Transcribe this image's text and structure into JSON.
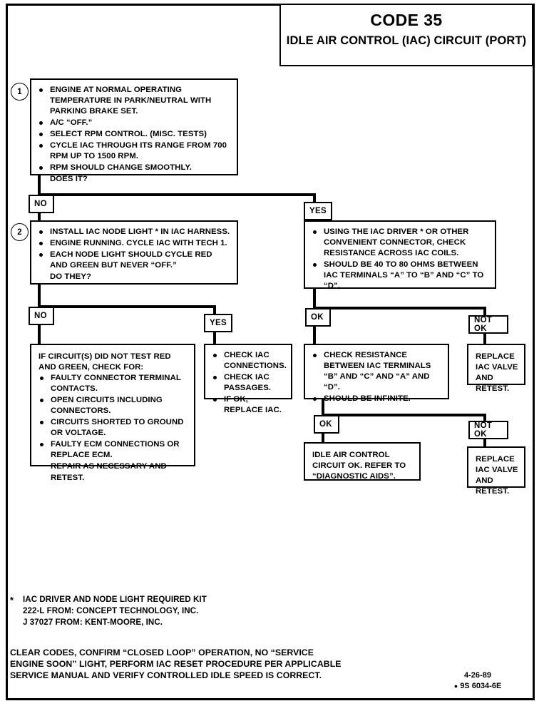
{
  "title": {
    "code": "CODE 35",
    "circuit": "IDLE AIR CONTROL (IAC) CIRCUIT (PORT)"
  },
  "steps": {
    "one": "1",
    "two": "2"
  },
  "box1": {
    "items": [
      "ENGINE AT NORMAL OPERATING TEMPERATURE IN PARK/NEUTRAL WITH PARKING BRAKE SET.",
      "A/C “OFF.”",
      "SELECT RPM CONTROL.  (MISC. TESTS)",
      "CYCLE IAC THROUGH ITS RANGE FROM 700 RPM UP TO 1500 RPM.",
      "RPM SHOULD CHANGE SMOOTHLY."
    ],
    "question": "DOES IT?"
  },
  "box2": {
    "items": [
      "INSTALL IAC NODE LIGHT * IN IAC HARNESS.",
      "ENGINE RUNNING.  CYCLE IAC WITH TECH 1.",
      "EACH NODE LIGHT SHOULD CYCLE RED AND GREEN BUT NEVER “OFF.”"
    ],
    "question": "DO THEY?"
  },
  "box_resistance": {
    "items": [
      "USING THE IAC DRIVER * OR OTHER CONVENIENT CONNECTOR, CHECK RESISTANCE ACROSS IAC COILS.",
      "SHOULD BE 40 TO 80 OHMS BETWEEN IAC TERMINALS “A” TO “B” AND “C” TO “D”."
    ]
  },
  "box_circuit_check": {
    "lead": "IF CIRCUIT(S) DID NOT TEST RED AND GREEN, CHECK FOR:",
    "items": [
      "FAULTY CONNECTOR TERMINAL CONTACTS.",
      "OPEN CIRCUITS INCLUDING CONNECTORS.",
      "CIRCUITS SHORTED TO GROUND OR VOLTAGE.",
      "FAULTY ECM CONNECTIONS OR REPLACE ECM."
    ],
    "tail": "REPAIR AS NECESSARY AND RETEST."
  },
  "box_check_iac": {
    "items": [
      "CHECK IAC CONNECTIONS.",
      "CHECK IAC PASSAGES.",
      "IF OK, REPLACE IAC."
    ]
  },
  "box_infinite": {
    "items": [
      "CHECK RESISTANCE BETWEEN IAC TERMINALS “B” AND “C” AND “A” AND “D”.",
      "SHOULD BE INFINITE."
    ]
  },
  "box_replace_1": {
    "text": "REPLACE IAC VALVE AND RETEST."
  },
  "box_replace_2": {
    "text": "REPLACE IAC VALVE AND RETEST."
  },
  "box_circuit_ok": {
    "text": "IDLE AIR CONTROL CIRCUIT OK. REFER TO “DIAGNOSTIC AIDS”."
  },
  "chips": {
    "no_1": "NO",
    "yes_1": "YES",
    "no_2": "NO",
    "yes_2": "YES",
    "ok_1": "OK",
    "not_ok_1": "NOT OK",
    "ok_2": "OK",
    "not_ok_2": "NOT OK"
  },
  "footnote": {
    "marker": "*",
    "line1": "IAC DRIVER AND NODE LIGHT REQUIRED KIT",
    "line2": "222-L FROM:  CONCEPT TECHNOLOGY, INC.",
    "line3": "J 37027 FROM:  KENT-MOORE, INC."
  },
  "bottom_note": {
    "text": "CLEAR CODES, CONFIRM “CLOSED LOOP” OPERATION, NO “SERVICE ENGINE SOON” LIGHT, PERFORM IAC RESET PROCEDURE PER APPLICABLE SERVICE MANUAL AND VERIFY CONTROLLED IDLE SPEED IS CORRECT."
  },
  "doc_id": {
    "date": "4-26-89",
    "part": "9S 6034-6E"
  }
}
